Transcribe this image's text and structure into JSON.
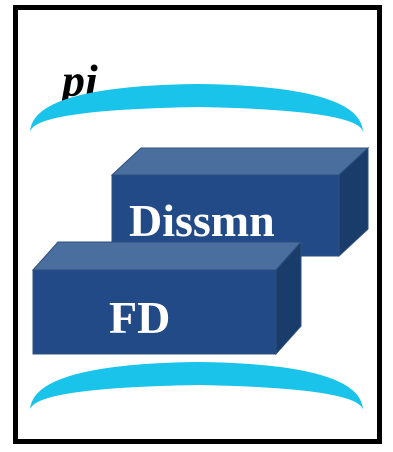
{
  "labels": {
    "top": "pi",
    "box_back": "Dissmn",
    "box_front": "FD"
  },
  "colors": {
    "frame": "#000000",
    "arc": "#19c3ea",
    "box_front": "#214a86",
    "box_top": "#4a6f9e",
    "box_side": "#1a3c6b",
    "box_text": "#ffffff"
  }
}
